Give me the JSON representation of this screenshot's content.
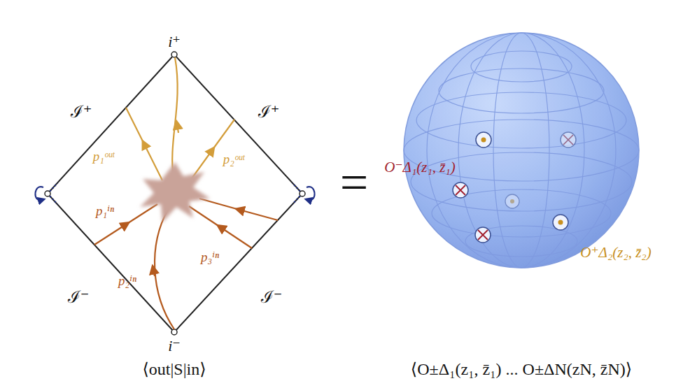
{
  "diagram": {
    "labels": [
      "i⁺",
      "ℐ⁺",
      "ℐ⁺",
      "p₁ᵒᵘᵗ",
      "p₂ᵒᵘᵗ",
      "p₁ⁱⁿ",
      "p₂ⁱⁿ",
      "p₃ⁱⁿ",
      "ℐ⁻",
      "ℐ⁻",
      "i⁻",
      "⟨out|S|in⟩",
      "=",
      "O⁻Δ₁(z₁, z̄₁)",
      "O⁺Δ₂(z₂, z̄₂)",
      "⟨O±Δ₁(z₁, z̄₁) ... O±ΔN(zN, z̄N)⟩"
    ]
  }
}
